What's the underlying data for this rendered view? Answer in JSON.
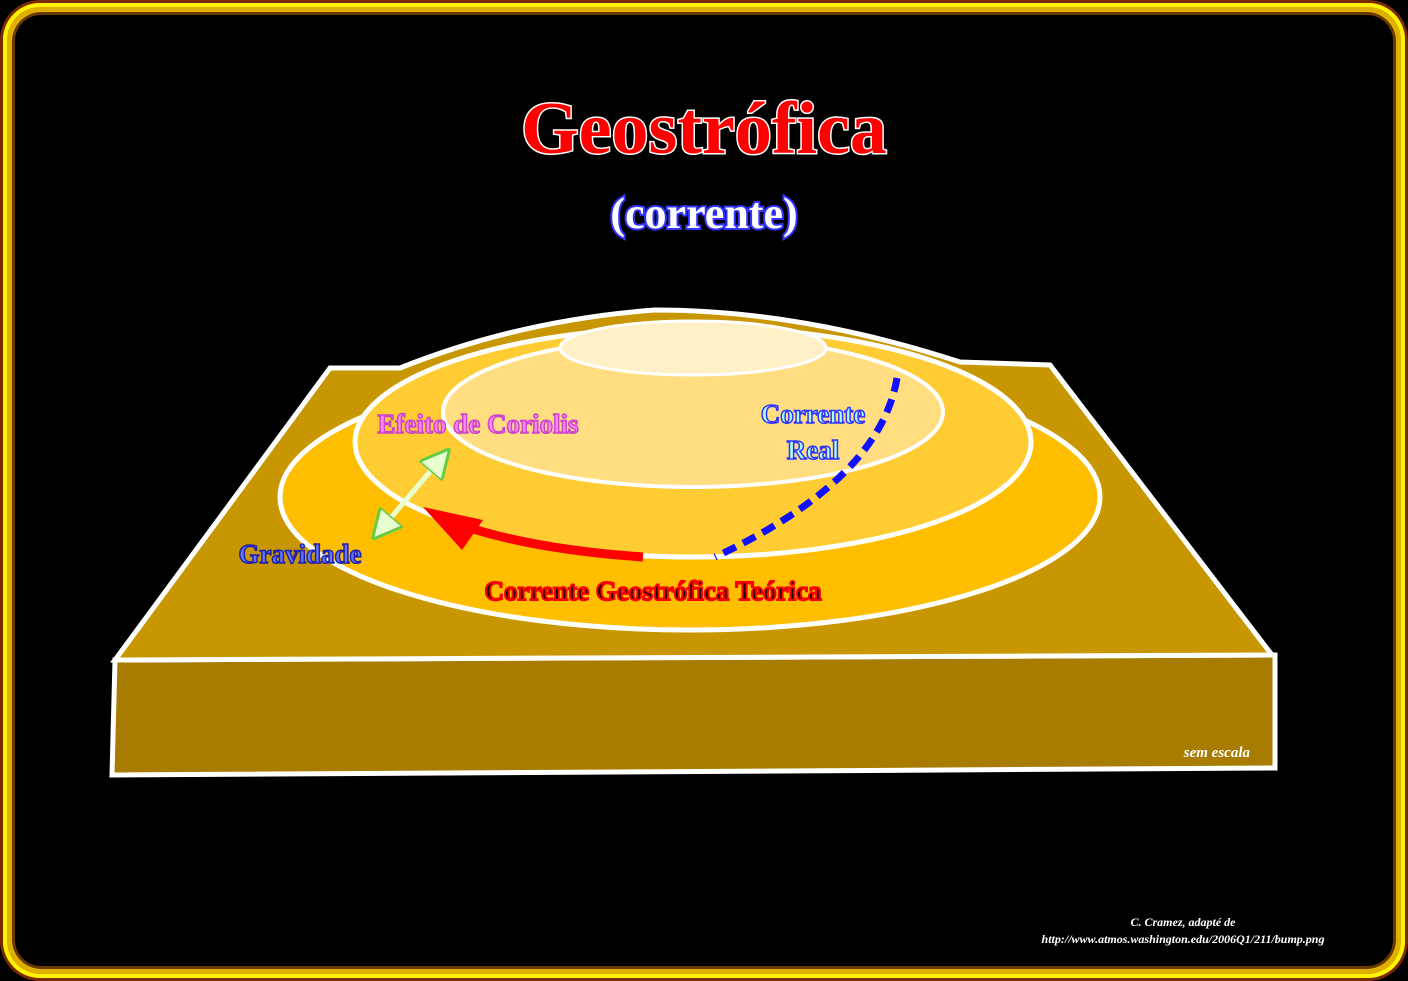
{
  "title": "Geostrófica",
  "subtitle": "(corrente)",
  "labels": {
    "coriolis": "Efeito de Coriolis",
    "real_line1": "Corrente",
    "real_line2": "Real",
    "gravity": "Gravidade",
    "geostrophic": "Corrente Geostrófica Teórica",
    "scale": "sem escala"
  },
  "credit": {
    "line1": "C. Cramez, adapté de",
    "line2": "http://www.atmos.washington.edu/2006Q1/211/bump.png"
  },
  "colors": {
    "title": "#ff0000",
    "subtitle": "#3333ff",
    "block_top": "#c89600",
    "block_front": "#a87c00",
    "ring1": "#ffbf00",
    "ring2": "#ffcc33",
    "ring3": "#ffdd80",
    "ring4": "#fff0c8"
  }
}
